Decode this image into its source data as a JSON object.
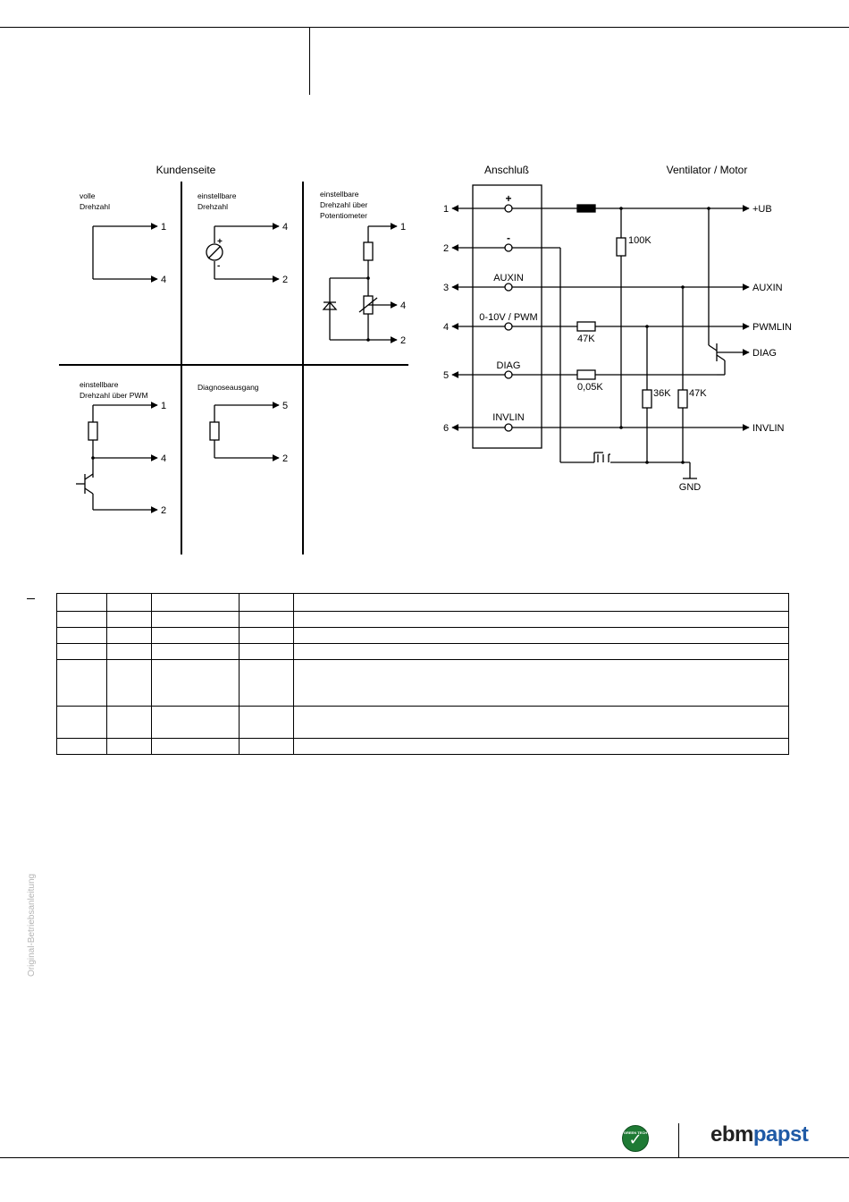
{
  "diagram": {
    "customer_heading": "Kundenseite",
    "connection_heading": "Anschluß",
    "motor_heading": "Ventilator / Motor",
    "cells": {
      "full_speed": {
        "label_line1": "volle",
        "label_line2": "Drehzahl",
        "pin_top": "1",
        "pin_bottom": "4"
      },
      "adjustable_speed": {
        "label_line1": "einstellbare",
        "label_line2": "Drehzahl",
        "pin_top": "4",
        "pin_bottom": "2",
        "plus": "+",
        "minus": "-"
      },
      "potentiometer": {
        "label_line1": "einstellbare",
        "label_line2": "Drehzahl über",
        "label_line3": "Potentiometer",
        "pin_top": "1",
        "pin_mid": "4",
        "pin_bottom": "2"
      },
      "pwm": {
        "label_line1": "einstellbare",
        "label_line2": "Drehzahl über PWM",
        "pin_top": "1",
        "pin_mid": "4",
        "pin_bottom": "2"
      },
      "diagnosis_output": {
        "label": "Diagnoseausgang",
        "pin_top": "5",
        "pin_bottom": "2"
      }
    },
    "connector": {
      "pins": [
        {
          "number": "1",
          "label": "+",
          "signal": "+UB"
        },
        {
          "number": "2",
          "label": "-",
          "signal": ""
        },
        {
          "number": "3",
          "label": "AUXIN",
          "signal": "AUXIN"
        },
        {
          "number": "4",
          "label": "0-10V / PWM",
          "signal": "PWMLIN"
        },
        {
          "number": "5",
          "label": "DIAG",
          "signal": "DIAG"
        },
        {
          "number": "6",
          "label": "INVLIN",
          "signal": "INVLIN"
        }
      ],
      "resistors": {
        "r_100k": "100K",
        "r_47k_pwm": "47K",
        "r_005k": "0,05K",
        "r_36k": "36K",
        "r_47k": "47K"
      },
      "ground": "GND"
    }
  },
  "table": {
    "rows": [
      [
        "",
        "",
        "",
        "",
        ""
      ],
      [
        "",
        "",
        "",
        "",
        ""
      ],
      [
        "",
        "",
        "",
        "",
        ""
      ],
      [
        "",
        "",
        "",
        "",
        ""
      ],
      [
        "",
        "",
        "",
        "",
        ""
      ],
      [
        "",
        "",
        "",
        "",
        ""
      ],
      [
        "",
        "",
        "",
        "",
        ""
      ]
    ]
  },
  "sidebar": {
    "text": "Original-Betriebsanleitung"
  },
  "footer": {
    "logo_part1": "ebm",
    "logo_part2": "papst",
    "badge_text": "GREEN TECH",
    "badge_check": "✓"
  },
  "colors": {
    "logo_blue": "#1f5aa6",
    "badge_green": "#1e7a34",
    "sidebar_gray": "#b5b5b5"
  }
}
